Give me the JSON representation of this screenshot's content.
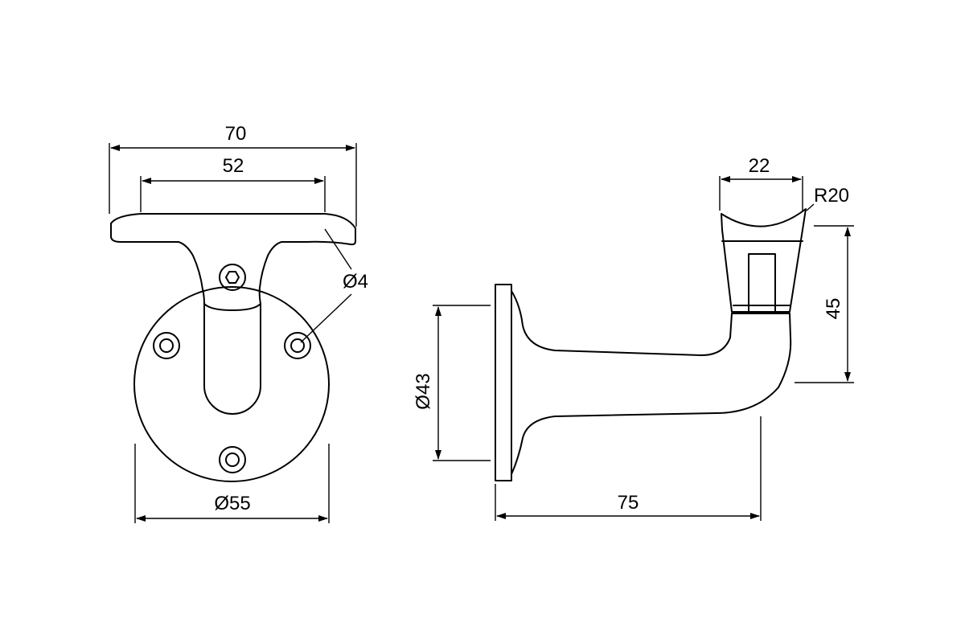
{
  "colors": {
    "line": "#000000",
    "background": "#ffffff"
  },
  "front_view": {
    "dim_total_width": "70",
    "dim_saddle_width": "52",
    "dim_screw_hole": "Ø4",
    "dim_plate_diameter": "Ø55"
  },
  "side_view": {
    "dim_saddle_width": "22",
    "dim_saddle_radius": "R20",
    "dim_height": "45",
    "dim_base_diameter": "Ø43",
    "dim_projection": "75"
  }
}
